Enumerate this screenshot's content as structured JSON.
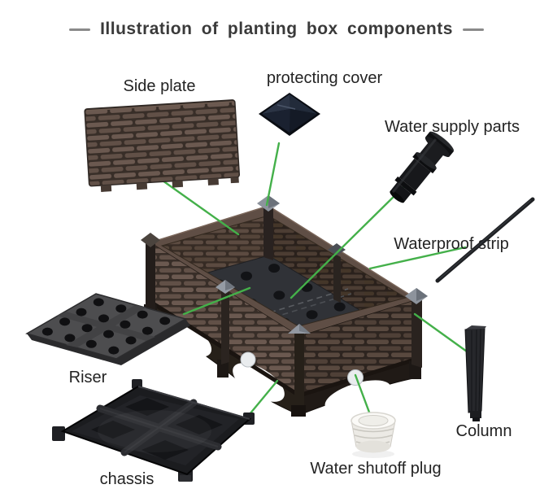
{
  "title": {
    "text": "Illustration of planting box components"
  },
  "components": [
    {
      "id": "side-plate",
      "label": "Side plate"
    },
    {
      "id": "protecting-cover",
      "label": "protecting cover"
    },
    {
      "id": "water-supply-parts",
      "label": "Water supply parts"
    },
    {
      "id": "waterproof-strip",
      "label": "Waterproof strip"
    },
    {
      "id": "riser",
      "label": "Riser"
    },
    {
      "id": "column",
      "label": "Column"
    },
    {
      "id": "chassis",
      "label": "chassis"
    },
    {
      "id": "water-shutoff-plug",
      "label": "Water shutoff plug"
    }
  ],
  "colors": {
    "connector_green": "#44b04a",
    "title_text": "#3a3a3a",
    "title_dash": "#8a8a8a",
    "label_text": "#232323",
    "rattan_brown": "#5f4e45",
    "plastic_black": "#1b1c1f",
    "cap_gray": "#8d939c",
    "plug_white": "#e9ecee"
  }
}
